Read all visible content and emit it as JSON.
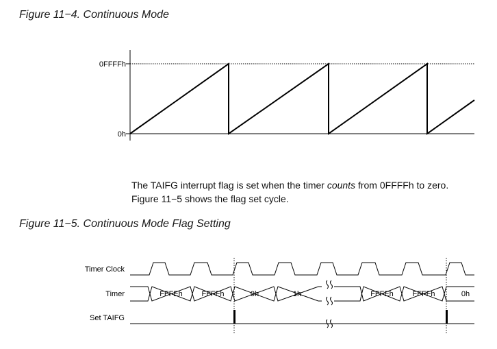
{
  "figure1": {
    "caption": "Figure 11−4.  Continuous Mode",
    "y_top_label": "0FFFFh",
    "y_bottom_label": "0h"
  },
  "paragraph": {
    "line1_pre": "The TAIFG interrupt flag is set when the timer ",
    "line1_em": "counts",
    "line1_post": " from 0FFFFh to zero.",
    "line2": "Figure 11−5 shows the flag set cycle."
  },
  "figure2": {
    "caption": "Figure 11−5.  Continuous Mode Flag Setting",
    "signals": {
      "clock": "Timer Clock",
      "timer": "Timer",
      "flag": "Set TAIFG"
    },
    "timer_values": [
      "FFFEh",
      "FFFFh",
      "0h",
      "1h",
      "FFFEh",
      "FFFFh",
      "0h"
    ],
    "break_mark": "≈"
  }
}
